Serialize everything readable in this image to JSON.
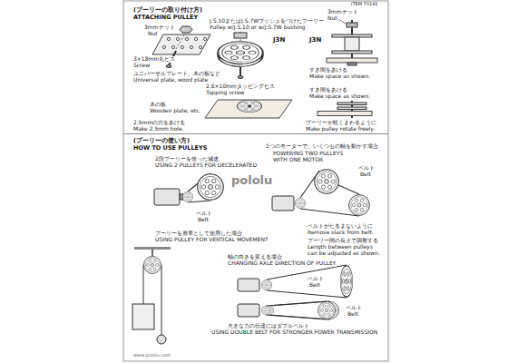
{
  "diagram": {
    "labels": [
      "ITEM 70141",
      "(プーリーの取り付け方)",
      "ATTACHING PULLEY",
      "3mmナット",
      "Nut",
      "3×18mm丸ビス",
      "Screw",
      "J.S.10またはJ.S.7Wブッシュをつけたプーリー",
      "Pulley w/J.S.10 or w/J.S.7W bushing",
      "3mmナット",
      "Nut",
      "J3N",
      "J3N",
      "ユニバーサルプレート、木の板など",
      "Universal plate, wood plate",
      "すき間をあける",
      "Make space as shown.",
      "2.6×10mmタッピングビス",
      "Tapping screw",
      "木の板",
      "Wooden plate, etc.",
      "2.5mmの穴をあける",
      "Make 2.5mm hole.",
      "すき間をあける",
      "Make space as shown.",
      "プーリーが軽くまわるように",
      "Make pulley rotate freely.",
      "(プーリーの使い方)",
      "HOW TO USE PULLEYS",
      "2段プーリーを使った減速",
      "USING 2 PULLEYS FOR DECELERATED",
      "1つのモーターで、いくつもの軸を動かす場合",
      "POWERING TWO PULLEYS WITH ONE MOTOR",
      "ベルト",
      "Belt",
      "pololu",
      "ベルト",
      "Belt",
      "ベルトがたるまないように",
      "Remove slack from belt.",
      "プーリー間の長さで調整する",
      "Length between pulleys can be adjusted as shown.",
      "プーリーを滑車として使用した場合",
      "USING PULLEY FOR VERTICAL MOVEMENT",
      "軸の向きを変える場合",
      "CHANGING AXLE DIRECTION OF PULLEY",
      "ベルト",
      "Belt",
      "大きな力の伝達にはダブルベルト",
      "USING DOUBLE BELT FOR STRONGER POWER TRANSMISSION",
      "ベルト",
      "Belt",
      "www.pololu.com"
    ]
  }
}
